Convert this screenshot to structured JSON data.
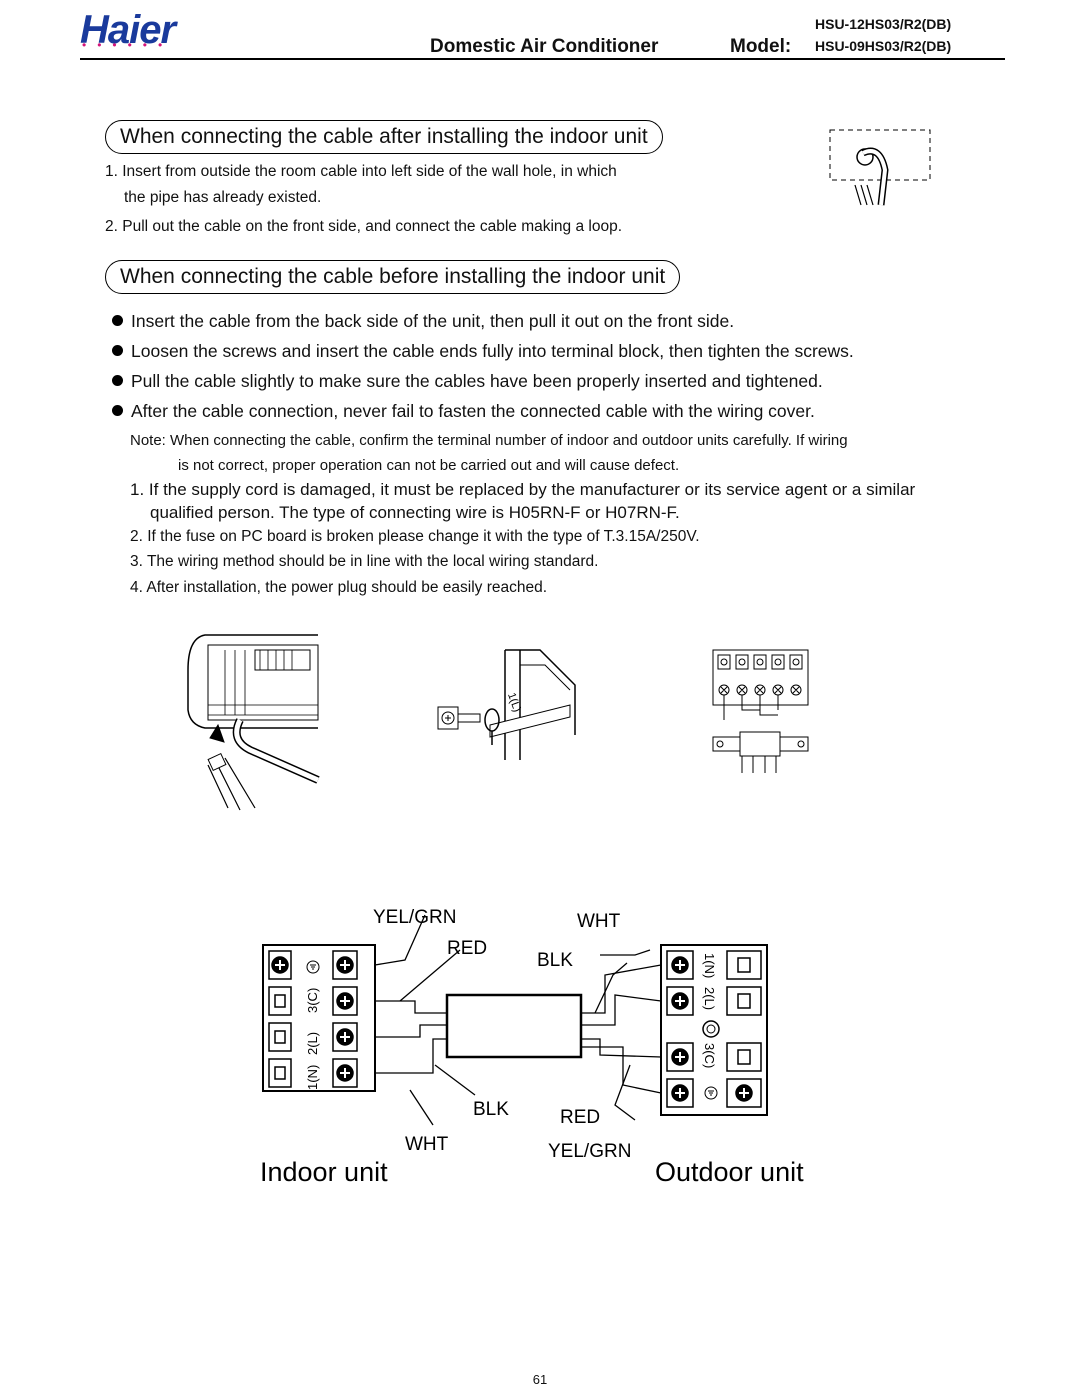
{
  "header": {
    "logo": "Haier",
    "subtitle": "Domestic Air Conditioner",
    "model_label": "Model:",
    "model_1": "HSU-12HS03/R2(DB)",
    "model_2": "HSU-09HS03/R2(DB)"
  },
  "section1": {
    "title": "When connecting the cable after installing the indoor unit",
    "step1a": "1. Insert from outside the room cable into left side of the wall hole, in which",
    "step1b": "the pipe has already existed.",
    "step2": "2. Pull out the cable on the front side, and connect the cable making a loop."
  },
  "section2": {
    "title": "When connecting the cable before installing the indoor unit",
    "bullets": [
      "Insert the cable from the back side of the unit, then pull it out on the front side.",
      "Loosen the screws and insert the cable ends fully into terminal block, then tighten the screws.",
      "Pull the cable slightly to make sure the cables have been properly inserted and tightened.",
      "After the cable connection, never fail to fasten the connected cable with the wiring cover."
    ],
    "note_a": "Note: When connecting the cable, confirm the terminal number of indoor and outdoor units carefully. If wiring",
    "note_b": "is not correct, proper operation can not be carried out and will cause defect.",
    "item1a": "1. If the supply cord is damaged, it must be replaced by the manufacturer or its service agent or a similar",
    "item1b": "qualified person. The type of connecting wire is H05RN-F or H07RN-F.",
    "item2": "2. If the fuse on PC board is broken please change it with the type of T.3.15A/250V.",
    "item3": "3. The wiring method should be in line with the local wiring standard.",
    "item4": "4. After installation, the power plug should be easily reached."
  },
  "diagram": {
    "wire_labels": {
      "yel_grn_top": "YEL/GRN",
      "red_top": "RED",
      "wht_top": "WHT",
      "blk_top": "BLK",
      "blk_bottom": "BLK",
      "red_bottom": "RED",
      "wht_bottom": "WHT",
      "yel_grn_bottom": "YEL/GRN"
    },
    "indoor_terminals": [
      "3(C)",
      "2(L)",
      "1(N)"
    ],
    "outdoor_terminals": [
      "1(N)",
      "2(L)",
      "3(C)"
    ],
    "indoor_label": "Indoor unit",
    "outdoor_label": "Outdoor unit",
    "small_label": "1(L)"
  },
  "page_number": "61"
}
